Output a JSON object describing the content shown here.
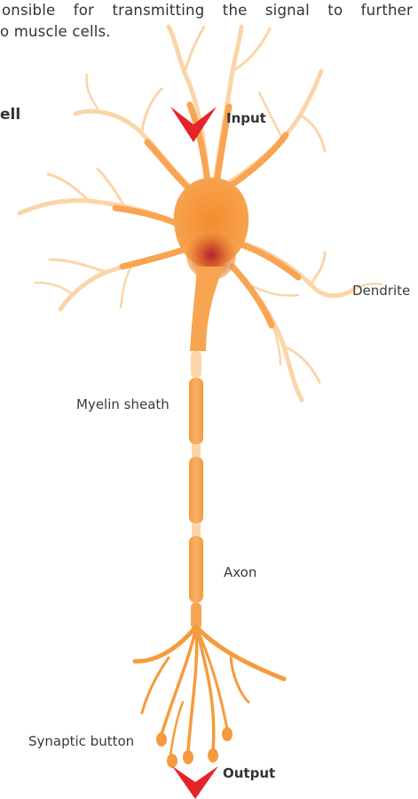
{
  "intro": {
    "line1": "onsible for transmitting the signal to further",
    "line2": "o muscle cells."
  },
  "heading": "ell",
  "labels": {
    "input": "Input",
    "dendrite": "Dendrite",
    "myelin_sheath": "Myelin sheath",
    "axon": "Axon",
    "synaptic_button": "Synaptic button",
    "output": "Output"
  },
  "colors": {
    "neuron": "#f6a24a",
    "neuron_light": "#fbd7ad",
    "nucleus": "#c0392b",
    "arrow": "#e5232a",
    "text": "#333333"
  }
}
